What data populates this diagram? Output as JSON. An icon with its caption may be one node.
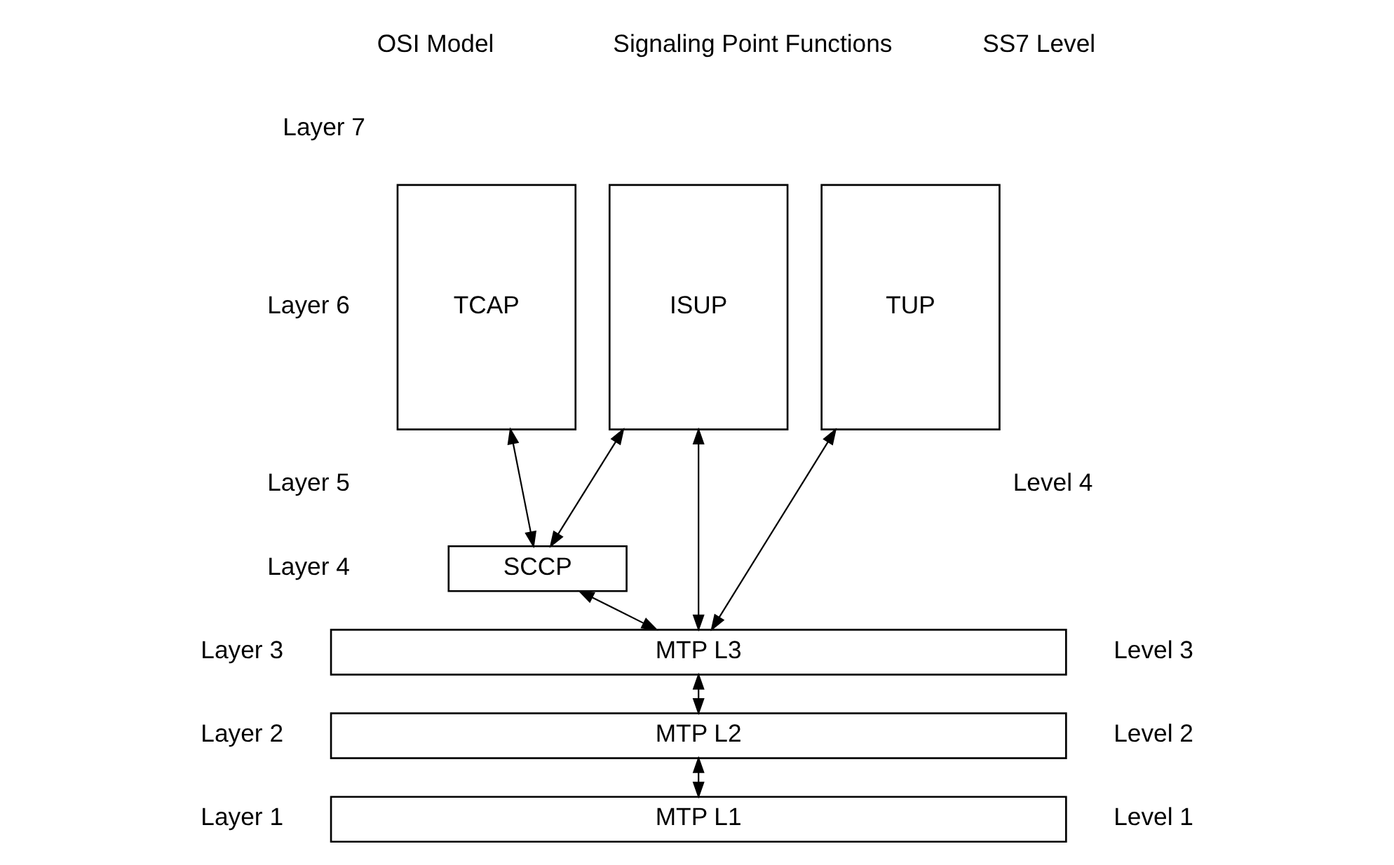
{
  "diagram": {
    "nodes": [
      {
        "text": [
          "TCAP"
        ]
      },
      {
        "text": [
          "ISUP"
        ]
      },
      {
        "text": [
          "TUP"
        ]
      },
      {
        "text": [
          "SCCP"
        ]
      },
      {
        "text": [
          "MTP L3"
        ]
      },
      {
        "text": [
          "MTP L2"
        ]
      },
      {
        "text": [
          "MTP L1"
        ]
      }
    ],
    "edges": [
      {
        "from": 0,
        "to": 3,
        "arrow": "both"
      },
      {
        "from": 3,
        "to": 1,
        "arrow": "both"
      },
      {
        "from": 3,
        "to": 4,
        "arrow": "both"
      },
      {
        "from": 1,
        "to": 4,
        "arrow": "both"
      },
      {
        "from": 2,
        "to": 4,
        "arrow": "both"
      },
      {
        "from": 4,
        "to": 5,
        "arrow": "both"
      },
      {
        "from": 5,
        "to": 6,
        "arrow": "both"
      }
    ],
    "labels": [
      "OSI Model",
      "Signaling Point Functions",
      "SS7 Level",
      "Layer 7",
      "Layer 6",
      "Layer 5",
      "Level 4",
      "Layer 4",
      "Layer 3",
      "Level 3",
      "Layer 2",
      "Level 2",
      "Layer 1",
      "Level 1"
    ]
  }
}
